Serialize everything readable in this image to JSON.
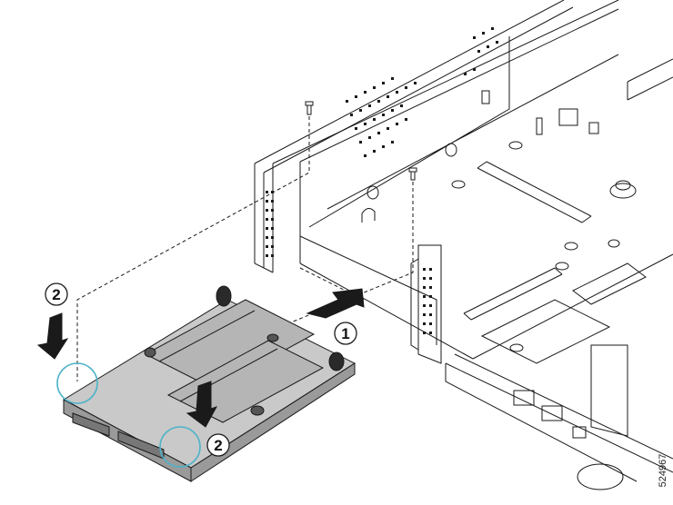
{
  "callouts": [
    {
      "label": "1"
    },
    {
      "label": "2"
    },
    {
      "label": "2"
    }
  ],
  "figure_number": "524967",
  "colors": {
    "line": "#1a1a1a",
    "chassis_fill": "#ffffff",
    "module_fill": "#c9c9c9",
    "module_dark": "#9a9a9a",
    "arrow_fill": "#1a1a1a",
    "highlight_circle": "#4fb3c9"
  }
}
